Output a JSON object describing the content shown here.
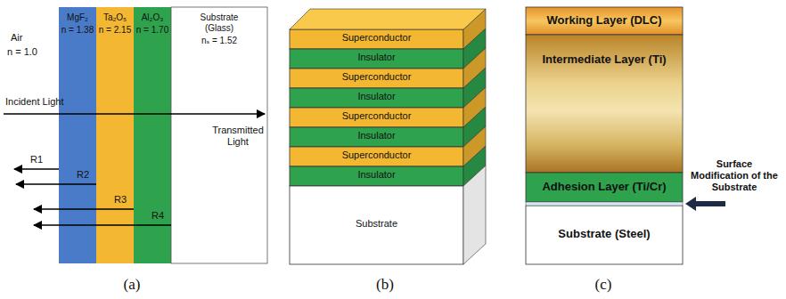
{
  "diagram": {
    "nodes": [
      {
        "text": [
          "MgF₂",
          "n = 1.38"
        ]
      },
      {
        "text": [
          "Ta₂O₅",
          "n = 2.15"
        ]
      },
      {
        "text": [
          "Al₂O₃",
          "n = 1.70"
        ]
      },
      {
        "text": [
          "Substrate (Glass)",
          "nₛ = 1.52"
        ]
      },
      {
        "text": [
          "Superconductor"
        ]
      },
      {
        "text": [
          "Insulator"
        ]
      },
      {
        "text": [
          "Superconductor"
        ]
      },
      {
        "text": [
          "Insulator"
        ]
      },
      {
        "text": [
          "Superconductor"
        ]
      },
      {
        "text": [
          "Insulator"
        ]
      },
      {
        "text": [
          "Superconductor"
        ]
      },
      {
        "text": [
          "Insulator"
        ]
      },
      {
        "text": [
          "Substrate"
        ]
      },
      {
        "text": [
          "Working Layer (DLC)"
        ]
      },
      {
        "text": [
          "Intermediate Layer (Ti)"
        ]
      },
      {
        "text": [
          "Adhesion Layer (Ti/Cr)"
        ]
      },
      {
        "text": [
          "Substrate (Steel)"
        ]
      }
    ],
    "labels": [
      "Air",
      "n = 1.0",
      "Incident Light",
      "R1",
      "R2",
      "R3",
      "R4",
      "Transmitted Light",
      "Surface Modification of the Substrate",
      "(a)",
      "(b)",
      "(c)"
    ]
  }
}
